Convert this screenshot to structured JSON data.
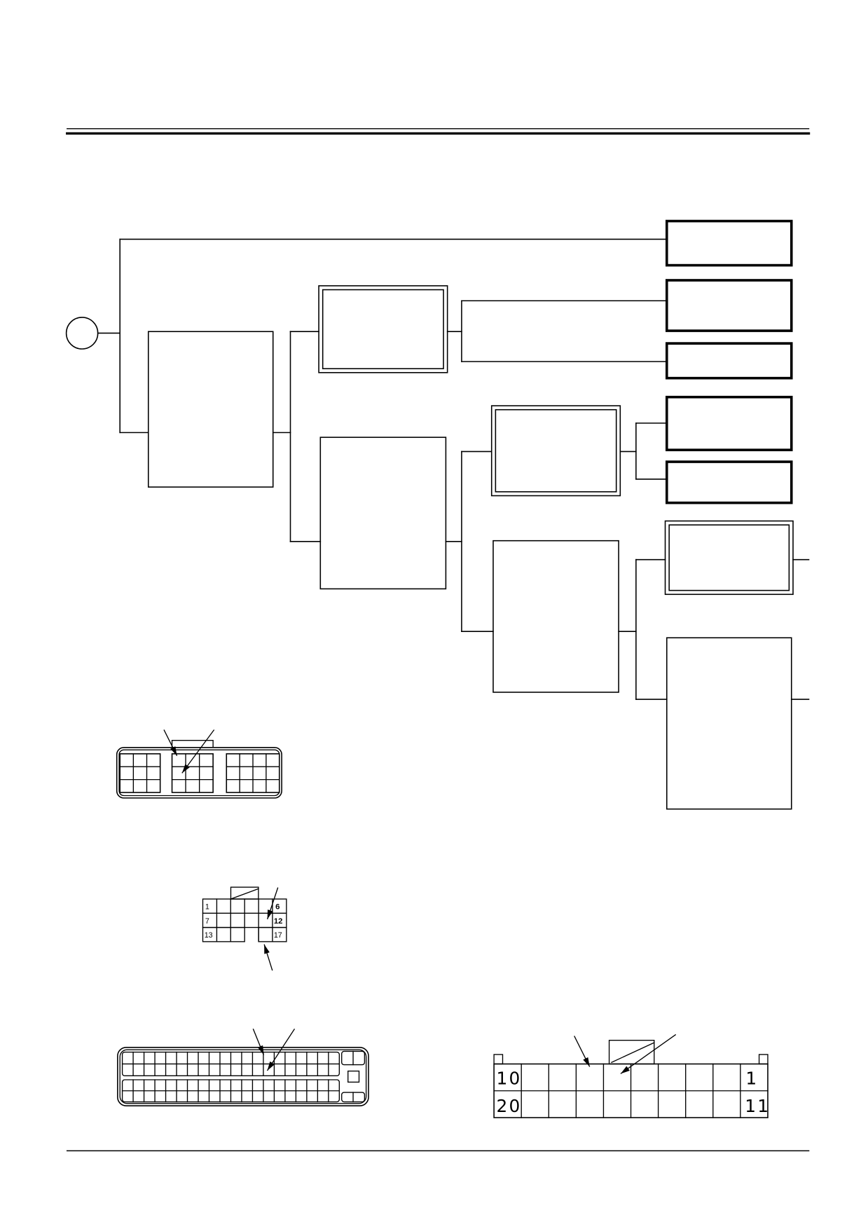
{
  "colors": {
    "line": "#000000",
    "paper": "#ffffff"
  },
  "connector_small": {
    "pins": {
      "top_left": "1",
      "top_right": "6",
      "mid_left": "7",
      "mid_right": "12",
      "bottom_left": "13",
      "bottom_right": "17"
    }
  },
  "connector_wide": {
    "pins": {
      "top_left": "10",
      "top_right": "1",
      "bottom_left": "20",
      "bottom_right": "11"
    }
  }
}
